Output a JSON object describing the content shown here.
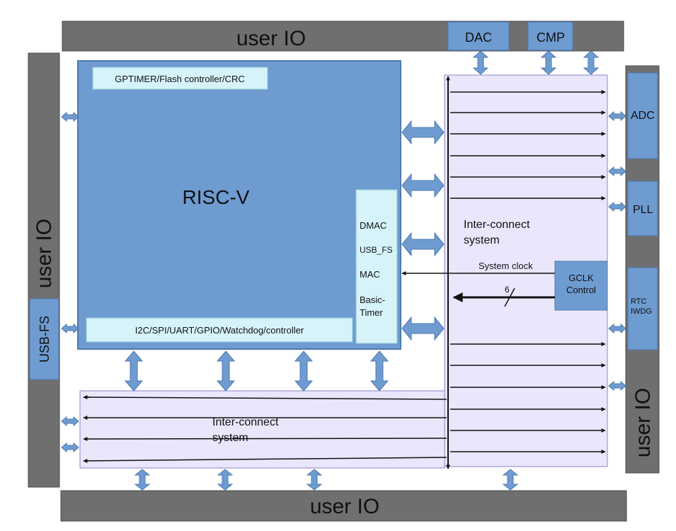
{
  "colors": {
    "io_bar": "#6f6f6f",
    "io_bar_stroke": "#4a4a4a",
    "cpu_block": "#6e9bd0",
    "cpu_stroke": "#4d7ab0",
    "sub_panel": "#d6f3fa",
    "interconnect": "#eae6fb",
    "interconnect_stroke": "#8a86c8",
    "peripheral": "#6e9bd0",
    "bus_arrow": "#6e9bd0",
    "line": "#111111"
  },
  "io": {
    "top": "user IO",
    "bottom": "user IO",
    "left": "user IO",
    "right": "user IO"
  },
  "cpu": {
    "title": "RISC-V",
    "top_bar": "GPTIMER/Flash controller/CRC",
    "bottom_bar": "I2C/SPI/UART/GPIO/Watchdog/controller",
    "side_items": [
      "DMAC",
      "USB_FS",
      "MAC",
      "Basic-",
      "Timer"
    ]
  },
  "peripherals": {
    "dac": "DAC",
    "cmp": "CMP",
    "adc": "ADC",
    "pll": "PLL",
    "rtc_line1": "RTC",
    "rtc_line2": "IWDG",
    "usb_fs": "USB-FS",
    "gclk_line1": "GCLK",
    "gclk_line2": "Control"
  },
  "interconnect": {
    "right_line1": "Inter-connect",
    "right_line2": "system",
    "bottom_line1": "Inter-connect",
    "bottom_line2": "system"
  },
  "clock": {
    "system_clock": "System  clock",
    "bus_width": "6"
  }
}
